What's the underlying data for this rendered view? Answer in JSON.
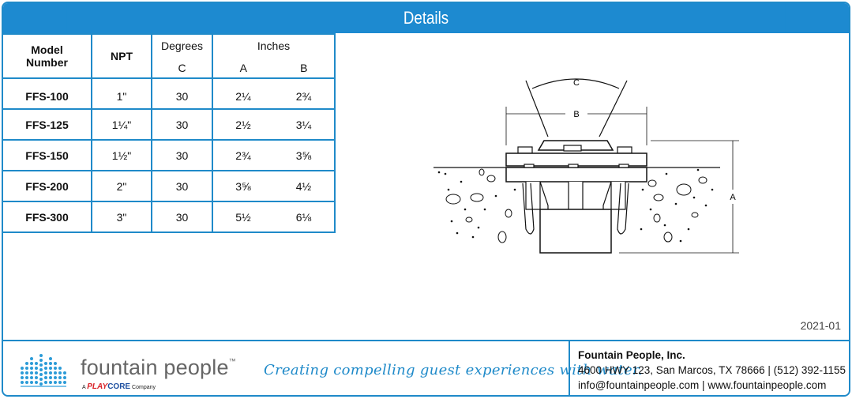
{
  "header": {
    "title": "Details"
  },
  "table": {
    "col_model": "Model\nNumber",
    "col_model_l1": "Model",
    "col_model_l2": "Number",
    "col_npt": "NPT",
    "col_degrees": "Degrees",
    "col_degrees_sub": "C",
    "col_inches": "Inches",
    "col_inches_a": "A",
    "col_inches_b": "B",
    "rows": [
      {
        "model": "FFS-100",
        "npt": "1\"",
        "c": "30",
        "a": "2¼",
        "b": "2¾"
      },
      {
        "model": "FFS-125",
        "npt": "1¼\"",
        "c": "30",
        "a": "2½",
        "b": "3¼"
      },
      {
        "model": "FFS-150",
        "npt": "1½\"",
        "c": "30",
        "a": "2¾",
        "b": "3⅝"
      },
      {
        "model": "FFS-200",
        "npt": "2\"",
        "c": "30",
        "a": "3⅝",
        "b": "4½"
      },
      {
        "model": "FFS-300",
        "npt": "3\"",
        "c": "30",
        "a": "5½",
        "b": "6⅛"
      }
    ]
  },
  "drawing": {
    "label_c": "C",
    "label_b": "B",
    "label_a": "A"
  },
  "date": "2021-01",
  "footer": {
    "brand": "fountain people",
    "tm": "™",
    "sub_a": "A",
    "sub_play": "PLAY",
    "sub_core": "CORE",
    "sub_company": "Company",
    "slogan": "Creating compelling guest experiences with water.",
    "company": "Fountain People, Inc.",
    "address": "4600 HWY 123, San Marcos, TX 78666  |  (512) 392-1155",
    "web": "info@fountainpeople.com  |  www.fountainpeople.com"
  },
  "colors": {
    "accent": "#1d8ad0"
  }
}
